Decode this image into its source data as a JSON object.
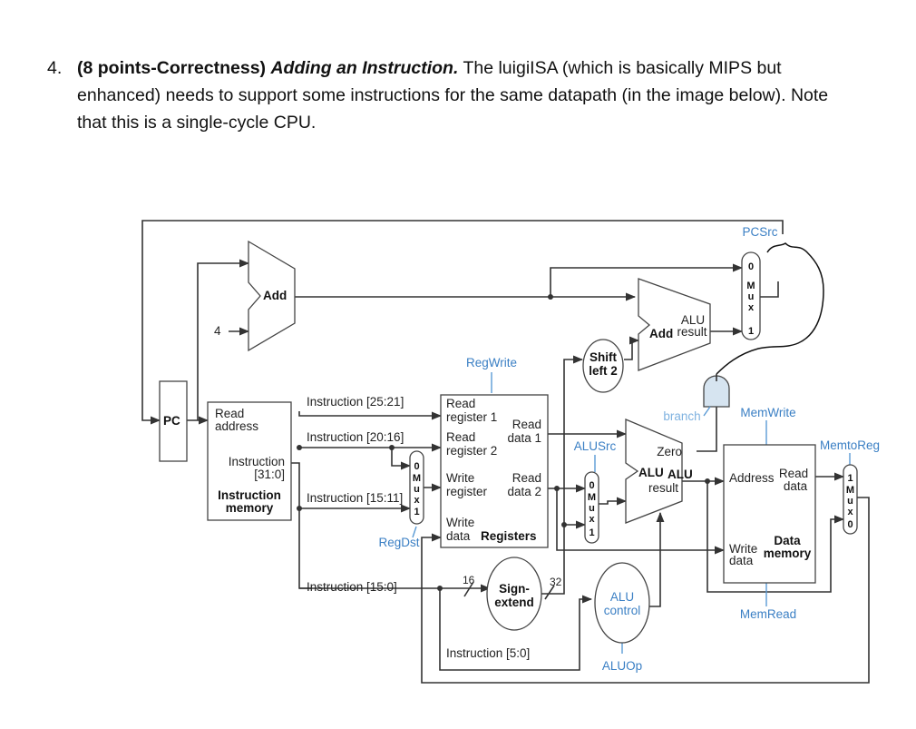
{
  "question": {
    "number": "4.",
    "points": "(8 points-Correctness)",
    "title": "Adding an Instruction.",
    "text": "The luigiISA (which is basically MIPS but enhanced) needs to support some instructions for the same datapath (in the image below). Note that this is a single-cycle CPU."
  },
  "diagram": {
    "pc": "PC",
    "add": "Add",
    "four": "4",
    "imem": {
      "read1": "Read",
      "read2": "address",
      "instr1": "Instruction",
      "instr2": "[31:0]",
      "name1": "Instruction",
      "name2": "memory"
    },
    "fields": {
      "f25_21": "Instruction [25:21]",
      "f20_16": "Instruction [20:16]",
      "f15_11": "Instruction [15:11]",
      "f15_0": "Instruction [15:0]",
      "f5_0": "Instruction [5:0]"
    },
    "mux_letters": [
      "M",
      "u",
      "x"
    ],
    "mux_zero": "0",
    "mux_one": "1",
    "registers": {
      "rr1a": "Read",
      "rr1b": "register 1",
      "rr2a": "Read",
      "rr2b": "register 2",
      "wra": "Write",
      "wrb": "register",
      "wda": "Write",
      "wdb": "data",
      "name": "Registers",
      "rd1a": "Read",
      "rd1b": "data 1",
      "rd2a": "Read",
      "rd2b": "data 2"
    },
    "shift": {
      "a": "Shift",
      "b": "left 2"
    },
    "add_branch": {
      "add": "Add",
      "alu": "ALU",
      "result": "result"
    },
    "alu": {
      "zero": "Zero",
      "name": "ALU",
      "alu": "ALU",
      "result": "result"
    },
    "sign_extend": {
      "a": "Sign-",
      "b": "extend",
      "in_bits": "16",
      "out_bits": "32"
    },
    "alu_control": {
      "a": "ALU",
      "b": "control"
    },
    "dmem": {
      "address": "Address",
      "rda": "Read",
      "rdb": "data",
      "wda": "Write",
      "wdb": "data",
      "name1": "Data",
      "name2": "memory"
    },
    "control": {
      "pcsrc": "PCSrc",
      "regwrite": "RegWrite",
      "regdst": "RegDst",
      "alusrc": "ALUSrc",
      "aluop": "ALUOp",
      "branch": "branch",
      "memwrite": "MemWrite",
      "memread": "MemRead",
      "memtoreg": "MemtoReg"
    }
  }
}
